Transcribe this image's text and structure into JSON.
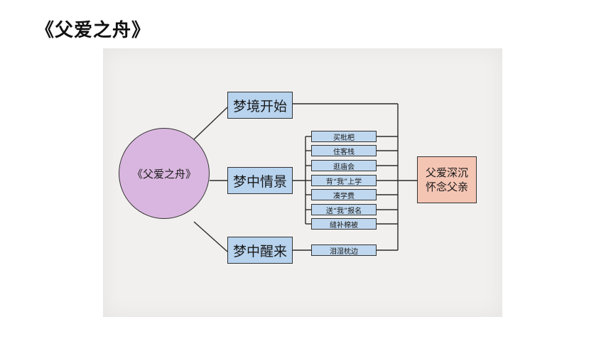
{
  "title": "《父爱之舟》",
  "diagram": {
    "center": "《父爱之舟》",
    "branches": [
      {
        "label": "梦境开始",
        "details": []
      },
      {
        "label": "梦中情景",
        "details": [
          "买枇杷",
          "住客栈",
          "逛庙会",
          "背“我”上学",
          "凑学费",
          "送“我”报名",
          "缝补棉被"
        ]
      },
      {
        "label": "梦中醒来",
        "details": [
          "泪湿枕边"
        ]
      }
    ],
    "result": {
      "line1": "父爱深沉",
      "line2": "怀念父亲"
    }
  }
}
